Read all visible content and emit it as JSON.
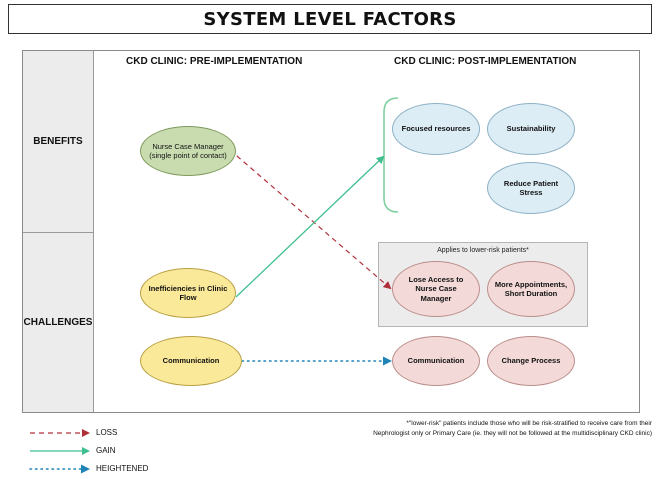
{
  "title": "SYSTEM LEVEL FACTORS",
  "rows": {
    "benefits": "BENEFITS",
    "challenges": "CHALLENGES"
  },
  "columns": {
    "pre": "CKD CLINIC: PRE-IMPLEMENTATION",
    "post": "CKD CLINIC: POST-IMPLEMENTATION"
  },
  "pre_nodes": {
    "nurse_case_manager": "Nurse Case Manager (single point of contact)",
    "inefficiencies": "Inefficiencies in Clinic Flow",
    "communication": "Communication"
  },
  "post_nodes": {
    "focused_resources": "Focused resources",
    "sustainability": "Sustainability",
    "reduce_stress": "Reduce Patient Stress",
    "lose_access": "Lose Access to Nurse Case Manager",
    "more_appointments": "More Appointments, Short Duration",
    "communication": "Communication",
    "change_process": "Change Process"
  },
  "gray_box_caption": "Applies to lower-risk patients*",
  "footnote": {
    "line1": "*\"lower-risk\" patients include those who will be risk-stratified to receive care from their",
    "line2": "Nephrologist only or Primary Care (ie. they will not be followed at the multidisciplinary CKD clinic)"
  },
  "legend": {
    "loss": "LOSS",
    "gain": "GAIN",
    "heightened": "HEIGHTENED"
  },
  "colors": {
    "loss": "#b0303a",
    "gain": "#3fbf8f",
    "heightened": "#1f84b8",
    "brace": "#7fcf9f"
  }
}
